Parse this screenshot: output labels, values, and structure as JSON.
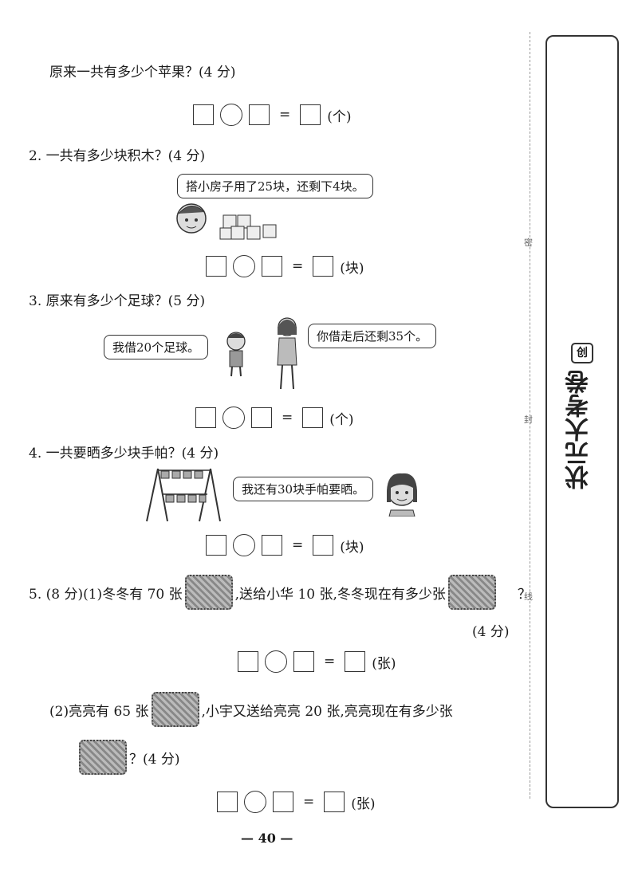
{
  "q1": {
    "prompt": "原来一共有多少个苹果？(4 分)",
    "unit": "(个)"
  },
  "q2": {
    "prompt": "2. 一共有多少块积木？(4 分)",
    "speech": "搭小房子用了25块，还剩下4块。",
    "unit": "(块)"
  },
  "q3": {
    "prompt": "3. 原来有多少个足球？(5 分)",
    "speech_left": "我借20个足球。",
    "speech_right": "你借走后还剩35个。",
    "unit": "(个)"
  },
  "q4": {
    "prompt": "4. 一共要晒多少块手帕？(4 分)",
    "speech": "我还有30块手帕要晒。",
    "unit": "(块)"
  },
  "q5": {
    "part1_a": "5. (8 分)(1)冬冬有 70 张",
    "part1_b": ",送给小华 10 张,冬冬现在有多少张",
    "part1_c": "？",
    "part1_score": "(4 分)",
    "part1_unit": "(张)",
    "part2_a": "(2)亮亮有 65 张",
    "part2_b": ",小宇又送给亮亮 20 张,亮亮现在有多少张",
    "part2_c": "？(4 分)",
    "part2_unit": "(张)"
  },
  "equals": "=",
  "page_number": "— 40 —",
  "margin_chars": [
    "密",
    "封",
    "线"
  ],
  "brand": {
    "badge": "创",
    "name": "状元大考卷"
  },
  "colors": {
    "ink": "#1a1a1a",
    "border": "#333333",
    "dash": "#999999"
  }
}
